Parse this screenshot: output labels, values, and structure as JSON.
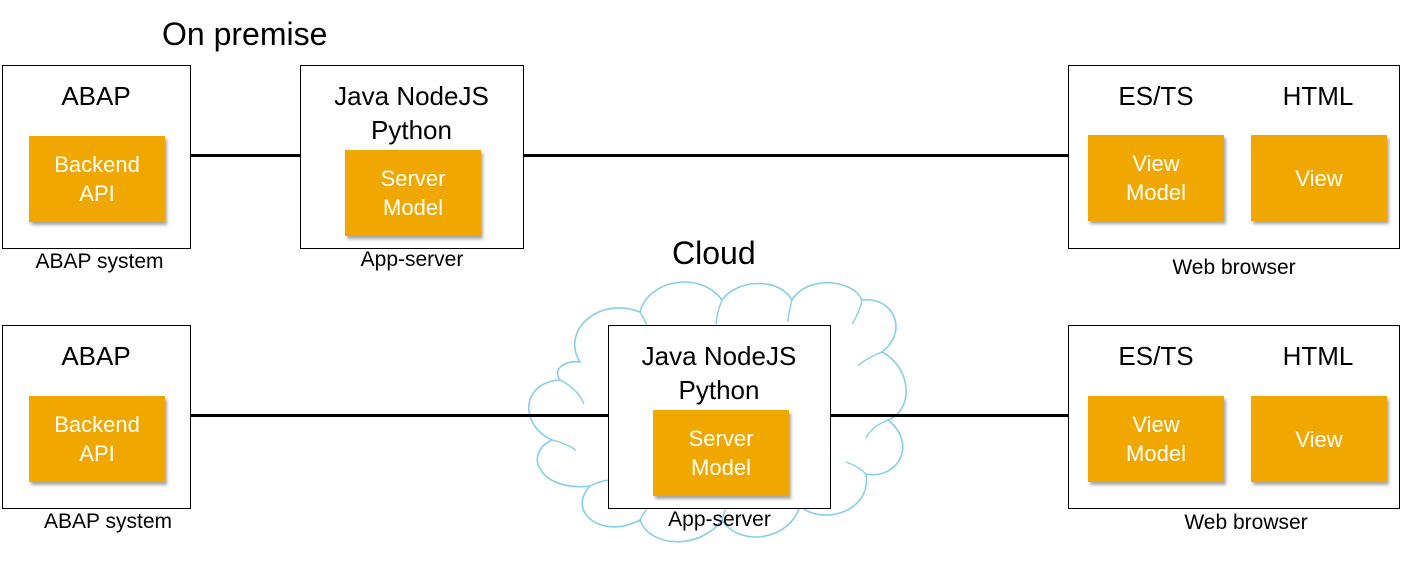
{
  "titles": {
    "on_premise": "On premise",
    "cloud": "Cloud"
  },
  "rows": [
    {
      "abap": {
        "label": "ABAP",
        "chip": [
          "Backend",
          "API"
        ],
        "caption": "ABAP system"
      },
      "app": {
        "label": [
          "Java NodeJS",
          "Python"
        ],
        "chip": [
          "Server",
          "Model"
        ],
        "caption": "App-server"
      },
      "browser": {
        "label_left": "ES/TS",
        "label_right": "HTML",
        "chip_left": [
          "View",
          "Model"
        ],
        "chip_right": [
          "View"
        ],
        "caption": "Web browser"
      }
    },
    {
      "abap": {
        "label": "ABAP",
        "chip": [
          "Backend",
          "API"
        ],
        "caption": "ABAP system"
      },
      "app": {
        "label": [
          "Java NodeJS",
          "Python"
        ],
        "chip": [
          "Server",
          "Model"
        ],
        "caption": "App-server"
      },
      "browser": {
        "label_left": "ES/TS",
        "label_right": "HTML",
        "chip_left": [
          "View",
          "Model"
        ],
        "chip_right": [
          "View"
        ],
        "caption": "Web browser"
      }
    }
  ],
  "colors": {
    "chip": "#f0a800",
    "cloud_outline": "#87cdea",
    "line": "#000000"
  }
}
